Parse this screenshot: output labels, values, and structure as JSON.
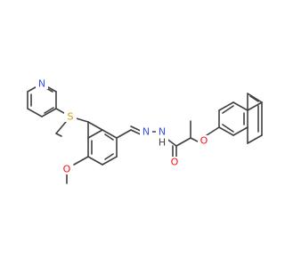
{
  "molecule": {
    "atom_labels": {
      "pyridine_nitrogen": "N",
      "thioether_sulfur": "S",
      "methoxy_oxygen": "O",
      "hydrazone_nitrogen_1": "N",
      "hydrazone_nitrogen_2": "N",
      "amide_hydrogen": "H",
      "carbonyl_oxygen": "O",
      "ether_oxygen": "O"
    },
    "colors": {
      "bond": "#404040",
      "nitrogen": "#3050f8",
      "oxygen": "#ff0d0d",
      "sulfur": "#c8a000",
      "hydrogen": "#404040"
    }
  }
}
